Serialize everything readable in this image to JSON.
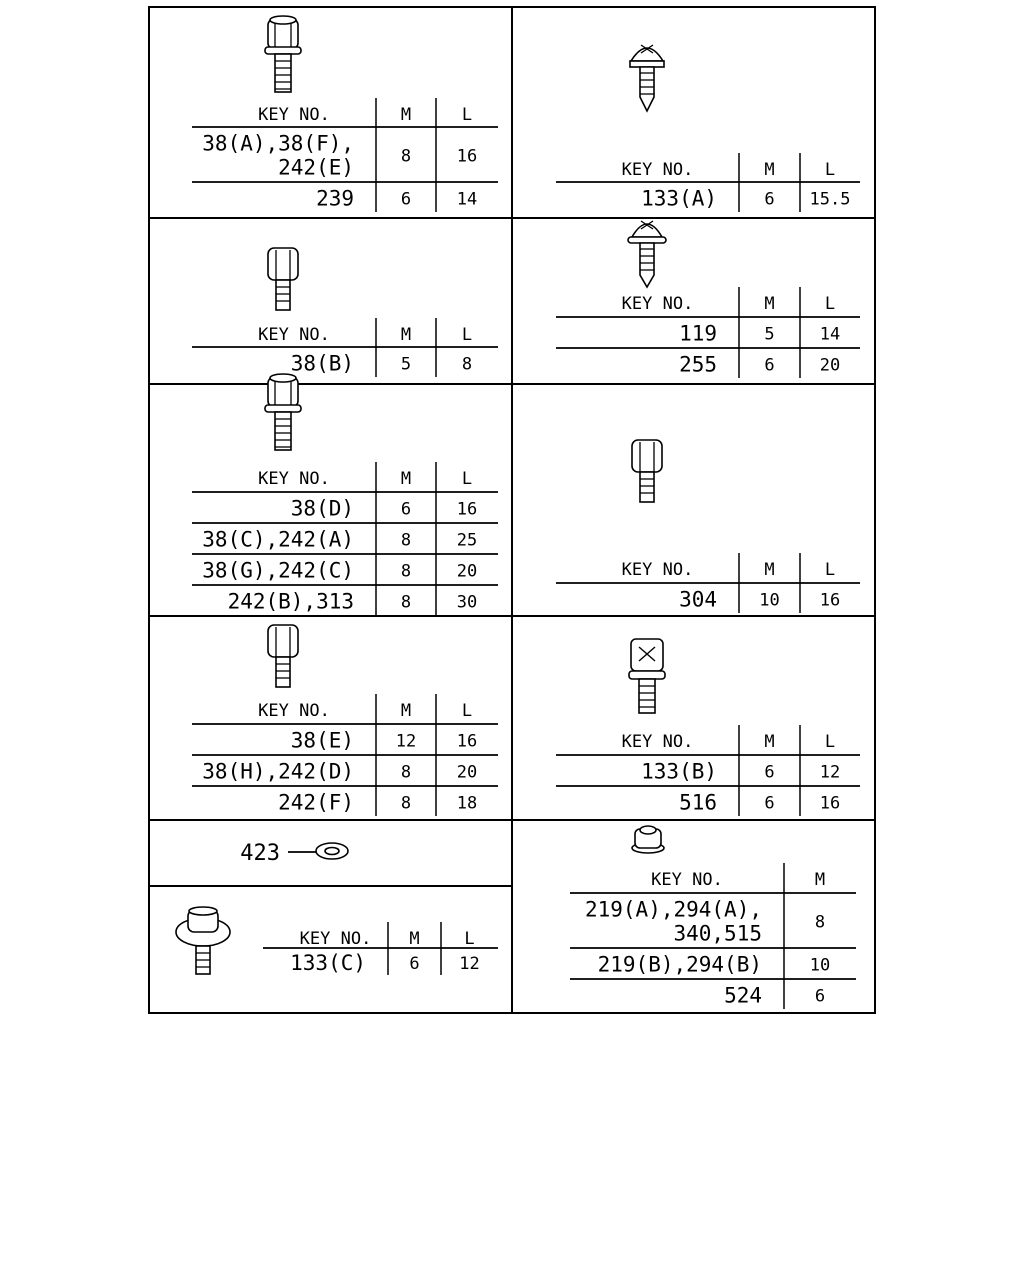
{
  "header": {
    "key": "KEY NO.",
    "m": "M",
    "l": "L"
  },
  "panels": [
    {
      "id": "p1",
      "icon": "flange-hex-bolt-icon",
      "rows": [
        {
          "key": [
            "38(A),38(F),",
            "242(E)"
          ],
          "m": "8",
          "l": "16"
        },
        {
          "key": [
            "239"
          ],
          "m": "6",
          "l": "14"
        }
      ]
    },
    {
      "id": "p2",
      "icon": "phillips-tapping-screw-icon",
      "rows": [
        {
          "key": [
            "133(A)"
          ],
          "m": "6",
          "l": "15.5"
        }
      ]
    },
    {
      "id": "p3",
      "icon": "hex-bolt-icon",
      "rows": [
        {
          "key": [
            "38(B)"
          ],
          "m": "5",
          "l": "8"
        }
      ]
    },
    {
      "id": "p4",
      "icon": "phillips-washer-screw-icon",
      "rows": [
        {
          "key": [
            "119"
          ],
          "m": "5",
          "l": "14"
        },
        {
          "key": [
            "255"
          ],
          "m": "6",
          "l": "20"
        }
      ]
    },
    {
      "id": "p5",
      "icon": "flange-hex-bolt-icon",
      "rows": [
        {
          "key": [
            "38(D)"
          ],
          "m": "6",
          "l": "16"
        },
        {
          "key": [
            "38(C),242(A)"
          ],
          "m": "8",
          "l": "25"
        },
        {
          "key": [
            "38(G),242(C)"
          ],
          "m": "8",
          "l": "20"
        },
        {
          "key": [
            "242(B),313"
          ],
          "m": "8",
          "l": "30"
        }
      ]
    },
    {
      "id": "p6",
      "icon": "hex-bolt-icon",
      "rows": [
        {
          "key": [
            "304"
          ],
          "m": "10",
          "l": "16"
        }
      ]
    },
    {
      "id": "p7",
      "icon": "hex-bolt-icon",
      "rows": [
        {
          "key": [
            "38(E)"
          ],
          "m": "12",
          "l": "16"
        },
        {
          "key": [
            "38(H),242(D)"
          ],
          "m": "8",
          "l": "20"
        },
        {
          "key": [
            "242(F)"
          ],
          "m": "8",
          "l": "18"
        }
      ]
    },
    {
      "id": "p8",
      "icon": "phillips-hex-bolt-icon",
      "rows": [
        {
          "key": [
            "133(B)"
          ],
          "m": "6",
          "l": "12"
        },
        {
          "key": [
            "516"
          ],
          "m": "6",
          "l": "16"
        }
      ]
    },
    {
      "id": "p9",
      "icon": "washer-icon",
      "label": "423"
    },
    {
      "id": "p10",
      "icon": "washer-hex-bolt-icon",
      "rows": [
        {
          "key": [
            "133(C)"
          ],
          "m": "6",
          "l": "12"
        }
      ]
    },
    {
      "id": "p11",
      "icon": "flange-nut-icon",
      "rows": [
        {
          "key": [
            "219(A),294(A),",
            "340,515"
          ],
          "m": "8"
        },
        {
          "key": [
            "219(B),294(B)"
          ],
          "m": "10"
        },
        {
          "key": [
            "524"
          ],
          "m": "6"
        }
      ]
    }
  ]
}
